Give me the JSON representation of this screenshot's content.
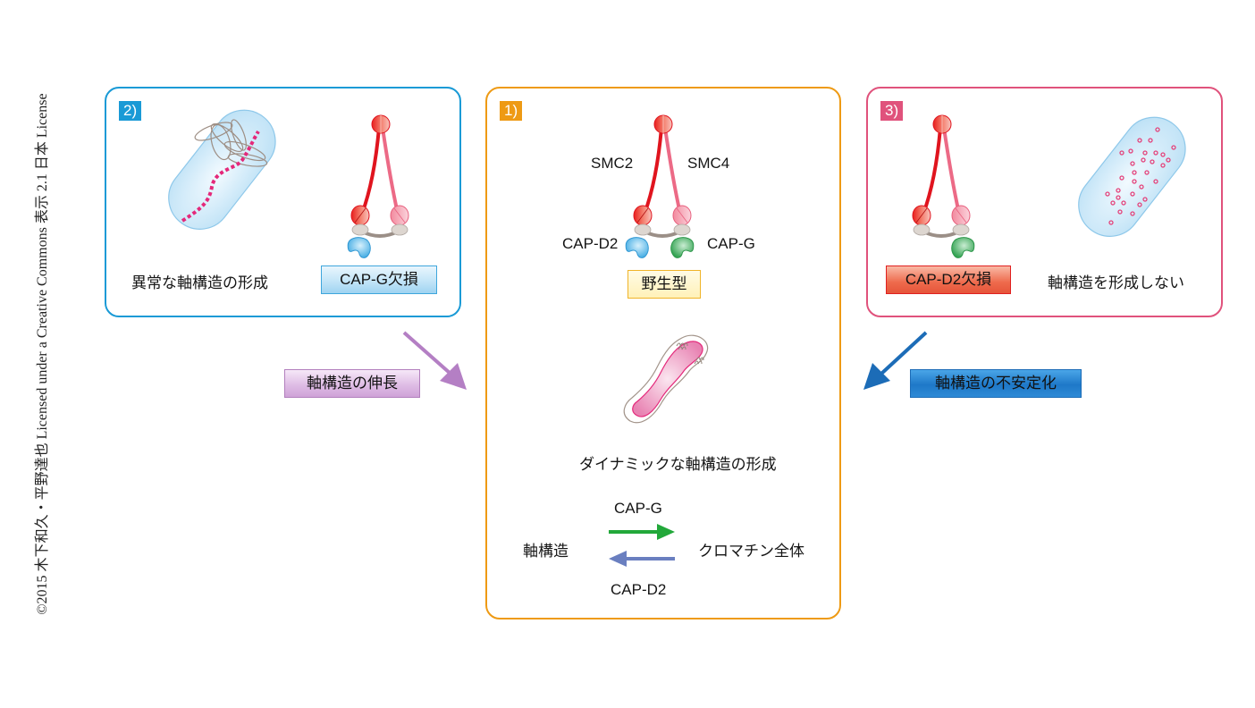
{
  "credit": "©2015 木下和久・平野達也 Licensed under a Creative Commons 表示 2.1 日本 License",
  "panels": {
    "wild_type": {
      "number": "1)",
      "smc_left": "SMC2",
      "smc_right": "SMC4",
      "cap_left": "CAP-D2",
      "cap_right": "CAP-G",
      "genotype": "野生型",
      "phenotype": "ダイナミックな軸構造の形成",
      "equilibrium": {
        "left": "軸構造",
        "right": "クロマチン全体",
        "forward_label": "CAP-G",
        "reverse_label": "CAP-D2"
      }
    },
    "cap_g_deficient": {
      "number": "2)",
      "phenotype": "異常な軸構造の形成",
      "genotype": "CAP-G欠損"
    },
    "cap_d2_deficient": {
      "number": "3)",
      "genotype": "CAP-D2欠損",
      "phenotype": "軸構造を形成しない"
    }
  },
  "transitions": {
    "from_2": "軸構造の伸長",
    "from_3": "軸構造の不安定化"
  },
  "colors": {
    "panel_1": "#ee9a14",
    "panel_2": "#1a9ad6",
    "panel_3": "#e0527c",
    "smc2": "#e0141e",
    "smc4": "#ec6a86",
    "cap_d2": "#4fb4e6",
    "cap_g": "#3fae5c",
    "arrow_forward": "#22a83a",
    "arrow_reverse": "#6a7fc0",
    "arrow_elongation": "#b47fc4",
    "arrow_destabilization": "#1c6cb7"
  }
}
